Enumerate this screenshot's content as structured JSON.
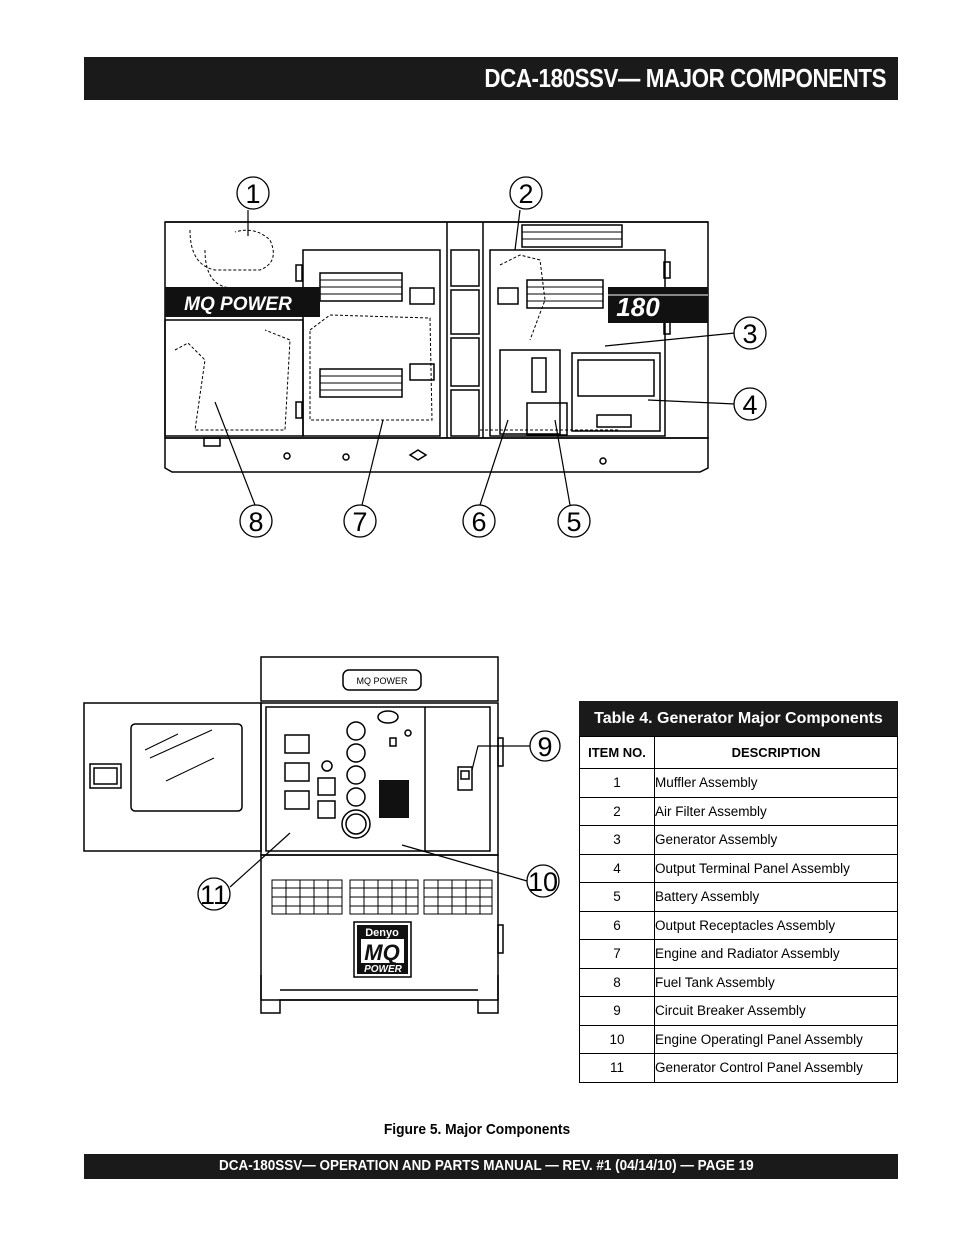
{
  "header": {
    "title": "DCA-180SSV— MAJOR COMPONENTS"
  },
  "diagram_top": {
    "brand_logo": "MQ POWER",
    "model_badge": "180",
    "callouts": [
      "1",
      "2",
      "3",
      "4",
      "5",
      "6",
      "7",
      "8"
    ]
  },
  "diagram_bottom": {
    "top_logo": "MQ POWER",
    "brand_denyo": "Denyo",
    "brand_mq": "MQ",
    "brand_power": "POWER",
    "callouts": [
      "9",
      "10",
      "11"
    ]
  },
  "table": {
    "caption": "Table 4. Generator Major Components",
    "headers": [
      "ITEM NO.",
      "DESCRIPTION"
    ],
    "rows": [
      {
        "item": "1",
        "description": "Muffler Assembly"
      },
      {
        "item": "2",
        "description": "Air Filter Assembly"
      },
      {
        "item": "3",
        "description": "Generator Assembly"
      },
      {
        "item": "4",
        "description": "Output Terminal Panel Assembly"
      },
      {
        "item": "5",
        "description": "Battery Assembly"
      },
      {
        "item": "6",
        "description": "Output Receptacles Assembly"
      },
      {
        "item": "7",
        "description": "Engine and Radiator Assembly"
      },
      {
        "item": "8",
        "description": "Fuel Tank Assembly"
      },
      {
        "item": "9",
        "description": "Circuit Breaker Assembly"
      },
      {
        "item": "10",
        "description": "Engine Operatingl Panel Assembly"
      },
      {
        "item": "11",
        "description": "Generator Control Panel Assembly"
      }
    ]
  },
  "figure_caption": "Figure 5. Major Components",
  "footer": {
    "text": "DCA-180SSV— OPERATION AND PARTS MANUAL — REV. #1  (04/14/10) — PAGE 19"
  }
}
